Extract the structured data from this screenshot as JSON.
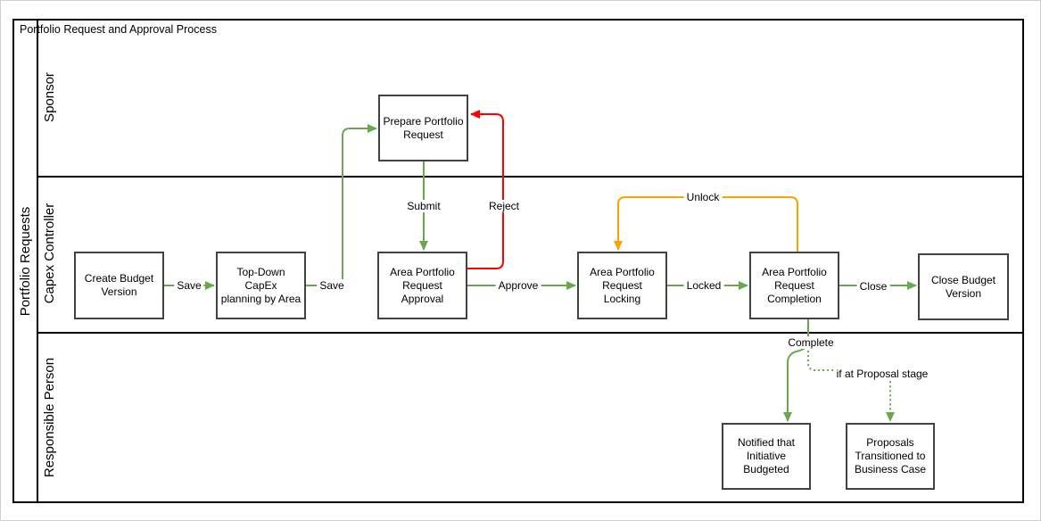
{
  "diagram": {
    "title": "Portfolio Request and Approval Process",
    "pool": {
      "label": "Portfolio Requests"
    },
    "lanes": [
      {
        "label": "Sponsor"
      },
      {
        "label": "Capex Controller"
      },
      {
        "label": "Responsible Person"
      }
    ],
    "nodes": {
      "prepare_portfolio_request": {
        "label": "Prepare Portfolio\nRequest",
        "lane": "Sponsor"
      },
      "create_budget_version": {
        "label": "Create Budget\nVersion",
        "lane": "Capex Controller"
      },
      "top_down_capex_planning": {
        "label": "Top-Down CapEx\nplanning by Area",
        "lane": "Capex Controller"
      },
      "area_portfolio_request_approval": {
        "label": "Area Portfolio\nRequest\nApproval",
        "lane": "Capex Controller"
      },
      "area_portfolio_request_locking": {
        "label": "Area Portfolio\nRequest\nLocking",
        "lane": "Capex Controller"
      },
      "area_portfolio_request_completion": {
        "label": "Area Portfolio\nRequest\nCompletion",
        "lane": "Capex Controller"
      },
      "close_budget_version": {
        "label": "Close Budget\nVersion",
        "lane": "Capex Controller"
      },
      "notified_that_initiative_budgeted": {
        "label": "Notified that\nInitiative\nBudgeted",
        "lane": "Responsible Person"
      },
      "proposals_transitioned_to_business_case": {
        "label": "Proposals\nTransitioned to\nBusiness Case",
        "lane": "Responsible Person"
      }
    },
    "edges": {
      "save_1": {
        "label": "Save",
        "from": "create_budget_version",
        "to": "top_down_capex_planning",
        "color": "flow_green",
        "style": "solid"
      },
      "save_2": {
        "label": "Save",
        "from": "top_down_capex_planning",
        "to": "prepare_portfolio_request",
        "color": "flow_green",
        "style": "solid"
      },
      "submit": {
        "label": "Submit",
        "from": "prepare_portfolio_request",
        "to": "area_portfolio_request_approval",
        "color": "flow_green",
        "style": "solid"
      },
      "reject": {
        "label": "Reject",
        "from": "area_portfolio_request_approval",
        "to": "prepare_portfolio_request",
        "color": "reject_red",
        "style": "solid"
      },
      "approve": {
        "label": "Approve",
        "from": "area_portfolio_request_approval",
        "to": "area_portfolio_request_locking",
        "color": "flow_green",
        "style": "solid"
      },
      "locked": {
        "label": "Locked",
        "from": "area_portfolio_request_locking",
        "to": "area_portfolio_request_completion",
        "color": "flow_green",
        "style": "solid"
      },
      "unlock": {
        "label": "Unlock",
        "from": "area_portfolio_request_completion",
        "to": "area_portfolio_request_locking",
        "color": "unlock_orange",
        "style": "solid"
      },
      "close": {
        "label": "Close",
        "from": "area_portfolio_request_completion",
        "to": "close_budget_version",
        "color": "flow_green",
        "style": "solid"
      },
      "complete": {
        "label": "Complete",
        "from": "area_portfolio_request_completion",
        "to": "notified_that_initiative_budgeted",
        "color": "flow_green",
        "style": "solid"
      },
      "if_at_proposal_stage": {
        "label": "if at Proposal stage",
        "from": "area_portfolio_request_completion",
        "to": "proposals_transitioned_to_business_case",
        "color": "flow_green",
        "style": "dotted"
      }
    },
    "colors": {
      "flow_green": "#6aa84f",
      "reject_red": "#ff0000",
      "unlock_orange": "#ffa200",
      "box_border": "#424242",
      "frame_black": "#000000"
    }
  }
}
